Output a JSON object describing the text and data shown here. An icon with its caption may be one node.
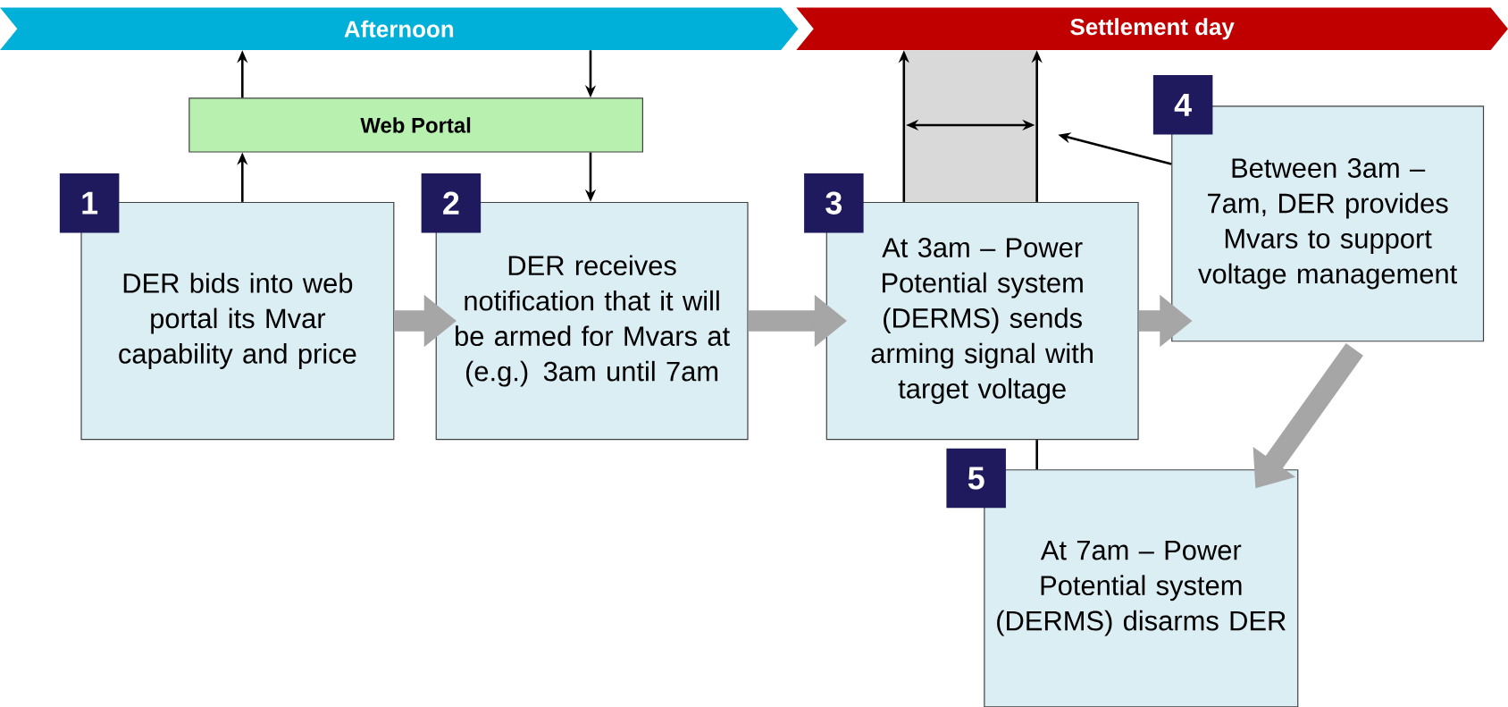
{
  "diagram": {
    "nodes": [
      {
        "text": [
          "Afternoon"
        ]
      },
      {
        "text": [
          "Settlement day"
        ]
      },
      {
        "text": [
          "Web Portal"
        ]
      },
      {
        "text": [
          "1",
          "DER bids into web portal its Mvar capability and price"
        ]
      },
      {
        "text": [
          "2",
          "DER receives notification that it will be armed for Mvars at (e.g.) 3am until 7am"
        ]
      },
      {
        "text": [
          "3",
          "At 3am – Power Potential system (DERMS) sends arming signal with target voltage"
        ]
      },
      {
        "text": [
          "4",
          "Between 3am – 7am, DER provides Mvars to support voltage management"
        ]
      },
      {
        "text": [
          "5",
          "At 7am – Power Potential system (DERMS) disarms DER"
        ]
      },
      {
        "text": [],
        "shape": "box"
      }
    ],
    "edges": [
      {
        "from": 3,
        "to": 2,
        "arrow": "to"
      },
      {
        "from": 2,
        "to": 0,
        "arrow": "to"
      },
      {
        "from": 0,
        "to": 2,
        "arrow": "to"
      },
      {
        "from": 2,
        "to": 4,
        "arrow": "to"
      },
      {
        "from": 3,
        "to": 4,
        "arrow": "to",
        "style": "thick",
        "color": "#a6a6a6"
      },
      {
        "from": 4,
        "to": 5,
        "arrow": "to",
        "style": "thick",
        "color": "#a6a6a6"
      },
      {
        "from": 5,
        "to": 6,
        "arrow": "to",
        "style": "thick",
        "color": "#a6a6a6"
      },
      {
        "from": 6,
        "to": 7,
        "arrow": "to",
        "style": "thick",
        "color": "#a6a6a6"
      },
      {
        "from": 5,
        "to": 1,
        "arrow": "to"
      },
      {
        "from": 5,
        "to": 1,
        "arrow": "to"
      },
      {
        "from": 6,
        "to": 8,
        "arrow": "to"
      },
      {
        "from": 5,
        "to": 7,
        "arrow": "none"
      }
    ]
  }
}
